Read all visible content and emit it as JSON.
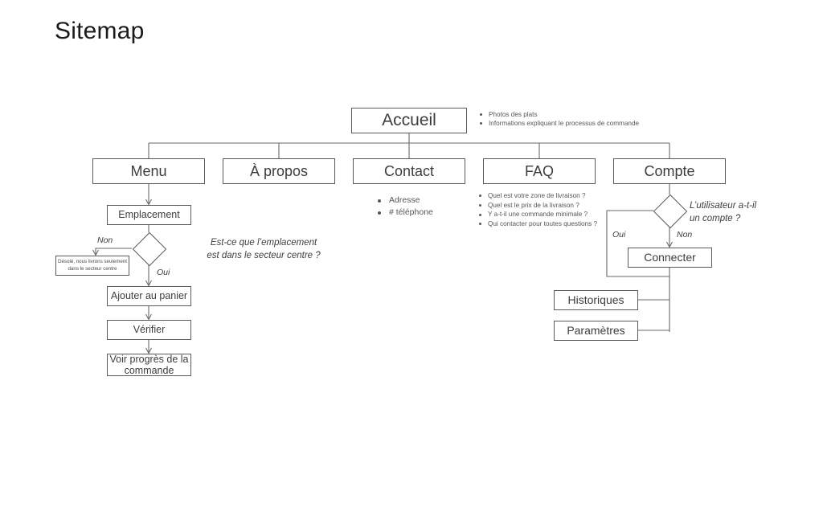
{
  "page": {
    "title": "Sitemap"
  },
  "nodes": {
    "accueil": "Accueil",
    "menu": "Menu",
    "apropos": "À propos",
    "contact": "Contact",
    "faq": "FAQ",
    "compte": "Compte",
    "emplacement": "Emplacement",
    "desole": "Désolé, nous livrons seulement dans le secteur centre",
    "ajouter_au_panier": "Ajouter au panier",
    "verifier": "Vérifier",
    "voir_progres": "Voir progrès de la commande",
    "connecter": "Connecter",
    "historiques": "Historiques",
    "parametres": "Paramètres"
  },
  "bullets": {
    "accueil": [
      "Photos des plats",
      "Informations expliquant le processus de commande"
    ],
    "contact": [
      "Adresse",
      "# téléphone"
    ],
    "faq": [
      "Quel est votre zone de livraison ?",
      "Quel est le prix de la livraison ?",
      "Y a-t-il une commande minimale ?",
      "Qui contacter pour toutes questions ?"
    ]
  },
  "decisions": {
    "emplacement_question": "Est-ce que l’emplacement\nest dans le secteur centre ?",
    "emplacement_no": "Non",
    "emplacement_yes": "Oui",
    "compte_question": "L’utilisateur a-t-il\nun compte ?",
    "compte_yes": "Oui",
    "compte_no": "Non"
  },
  "colors": {
    "stroke": "#5a5a5a",
    "text": "#3d3d3d",
    "bullet_text": "#55575b",
    "background": "#ffffff"
  }
}
